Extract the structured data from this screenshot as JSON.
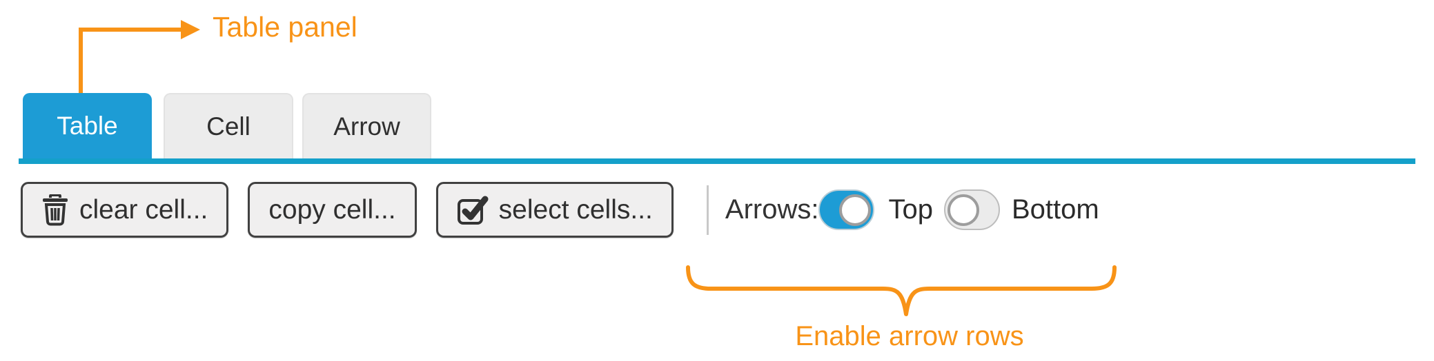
{
  "annotations": {
    "top_label": "Table panel",
    "bottom_label": "Enable arrow rows",
    "annotation_color": "#f89317"
  },
  "tabs": [
    {
      "label": "Table",
      "active": true
    },
    {
      "label": "Cell",
      "active": false
    },
    {
      "label": "Arrow",
      "active": false
    }
  ],
  "toolbar": {
    "buttons": [
      {
        "label": "clear cell...",
        "icon": "trash-icon"
      },
      {
        "label": "copy cell...",
        "icon": null
      },
      {
        "label": "select cells...",
        "icon": "checkbox-checked-icon"
      }
    ],
    "arrows_label": "Arrows:",
    "toggles": [
      {
        "label": "Top",
        "state": "on"
      },
      {
        "label": "Bottom",
        "state": "off"
      }
    ]
  },
  "colors": {
    "accent_blue": "#1d9cd5",
    "underline_blue": "#14a0ca",
    "accent_orange": "#f89317",
    "button_background": "#f0efef",
    "button_border": "#414141",
    "toggle_off_background": "#ebebeb"
  }
}
